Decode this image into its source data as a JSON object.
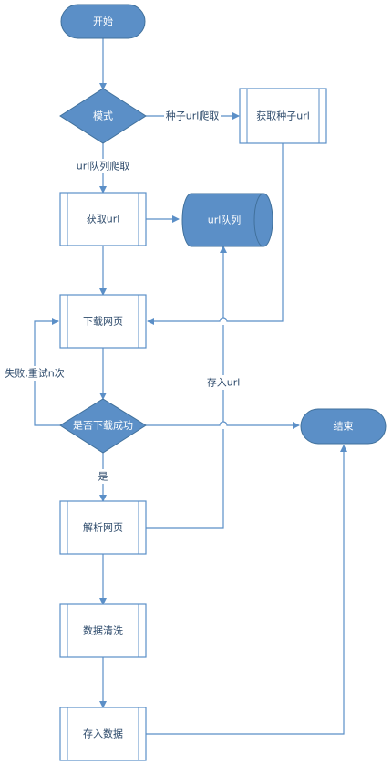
{
  "colors": {
    "accent_fill": "#5b8fc7",
    "accent_stroke": "#41719c",
    "process_fill": "#ffffff",
    "process_stroke": "#5b8fc7",
    "edge": "#5b8fc7"
  },
  "nodes": {
    "start": "开始",
    "mode": "模式",
    "get_seed_url": "获取种子url",
    "get_url": "获取url",
    "url_queue": "url队列",
    "download": "下载网页",
    "download_success": "是否下载成功",
    "end": "结束",
    "parse": "解析网页",
    "clean": "数据清洗",
    "store": "存入数据"
  },
  "edge_labels": {
    "seed_crawl": "种子url爬取",
    "queue_crawl": "url队列爬取",
    "retry": "失败,重试n次",
    "store_url": "存入url",
    "yes": "是"
  }
}
